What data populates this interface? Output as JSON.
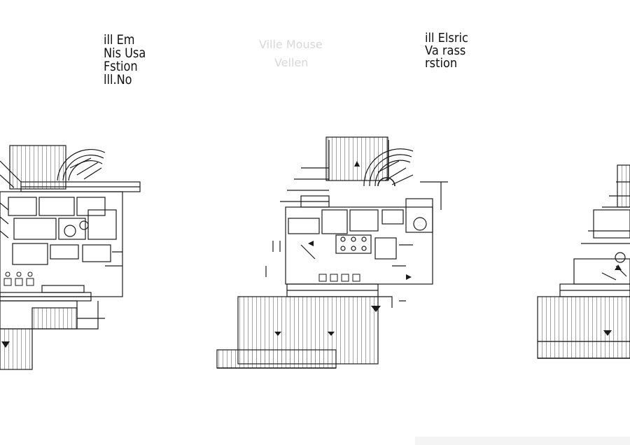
{
  "labels": {
    "left": [
      "ill Em",
      "Nis Usa",
      "Fstion",
      "lll.No"
    ],
    "middle": [
      "Ville Mouse",
      "Vellen"
    ],
    "right": [
      "ill Elsric",
      "Va rass",
      "rstion"
    ]
  },
  "colors": {
    "line": "#1a1a1a",
    "background": "#ffffff",
    "faint": "#d8d8d8"
  },
  "arrow_icon": "filled-triangle-arrow"
}
